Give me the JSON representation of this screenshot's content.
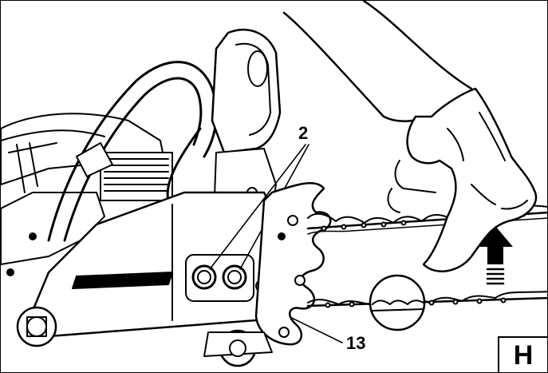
{
  "figure": {
    "callouts": {
      "bar_nuts": "2",
      "chain_tensioner": "13"
    },
    "section_letter": "H"
  },
  "colors": {
    "ink": "#000000",
    "paper": "#ffffff"
  }
}
